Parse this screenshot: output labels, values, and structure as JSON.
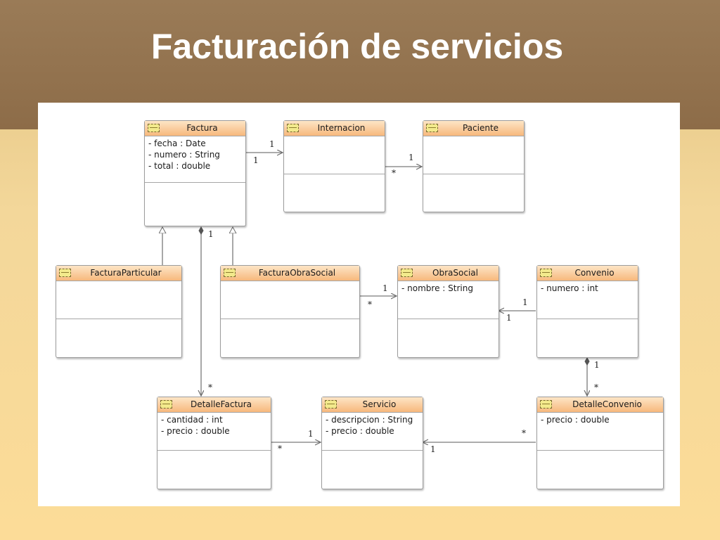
{
  "slide": {
    "title": "Facturación de servicios"
  },
  "diagram": {
    "classes": {
      "factura": {
        "name": "Factura",
        "attributes": [
          "- fecha  : Date",
          "- numero  : String",
          "- total  : double"
        ]
      },
      "internacion": {
        "name": "Internacion",
        "attributes": []
      },
      "paciente": {
        "name": "Paciente",
        "attributes": []
      },
      "factura_particular": {
        "name": "FacturaParticular",
        "attributes": []
      },
      "factura_obra_social": {
        "name": "FacturaObraSocial",
        "attributes": []
      },
      "obra_social": {
        "name": "ObraSocial",
        "attributes": [
          "- nombre  : String"
        ]
      },
      "convenio": {
        "name": "Convenio",
        "attributes": [
          "- numero  : int"
        ]
      },
      "detalle_factura": {
        "name": "DetalleFactura",
        "attributes": [
          "- cantidad  : int",
          "- precio  : double"
        ]
      },
      "servicio": {
        "name": "Servicio",
        "attributes": [
          "- descripcion  : String",
          "- precio  : double"
        ]
      },
      "detalle_convenio": {
        "name": "DetalleConvenio",
        "attributes": [
          "- precio  : double"
        ]
      }
    },
    "multiplicities": {
      "factura_internacion_source": "1",
      "factura_internacion_target": "1",
      "internacion_paciente_source": "*",
      "internacion_paciente_target": "1",
      "factura_detalle_source": "1",
      "factura_detalle_target": "*",
      "fos_obrasocial_source": "*",
      "fos_obrasocial_target": "1",
      "convenio_obrasocial_source": "1",
      "convenio_obrasocial_target": "1",
      "convenio_detalle_source": "1",
      "convenio_detalle_target": "*",
      "detallefactura_servicio_source": "*",
      "detallefactura_servicio_target": "1",
      "detalleconvenio_servicio_source": "*",
      "detalleconvenio_servicio_target": "1"
    }
  }
}
